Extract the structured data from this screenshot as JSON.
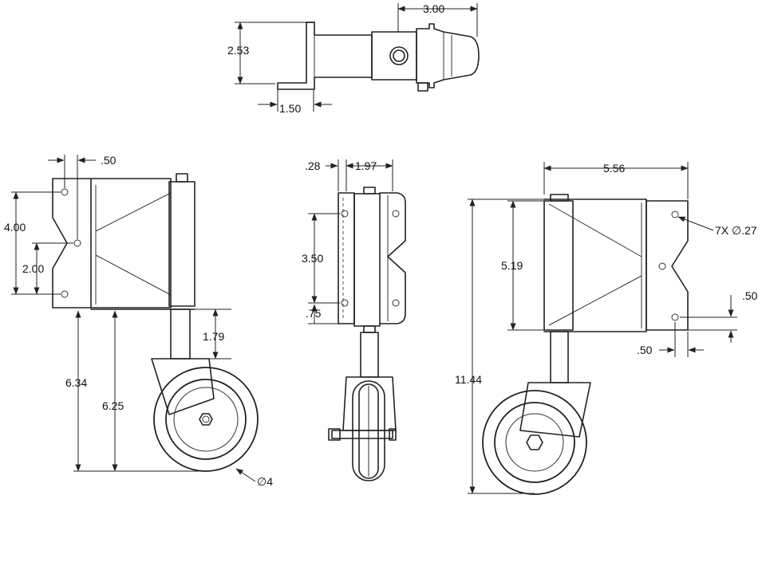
{
  "dimensions": {
    "top_width": "3.00",
    "top_height": "2.53",
    "top_flange": "1.50",
    "left_hole_offset": ".50",
    "left_hole_span": "4.00",
    "left_hole_half": "2.00",
    "left_stem": "1.79",
    "left_overall": "6.34",
    "left_axle": "6.25",
    "wheel_dia": "∅4",
    "mid_edge": ".28",
    "mid_width": "1.97",
    "mid_span": "3.50",
    "mid_bottom": ".75",
    "right_width": "5.56",
    "right_holes": "7X ∅.27",
    "right_height": "5.19",
    "right_overall": "11.44",
    "right_hole_v": ".50",
    "right_hole_h": ".50"
  },
  "colors": {
    "line": "#222222",
    "background": "#ffffff"
  }
}
